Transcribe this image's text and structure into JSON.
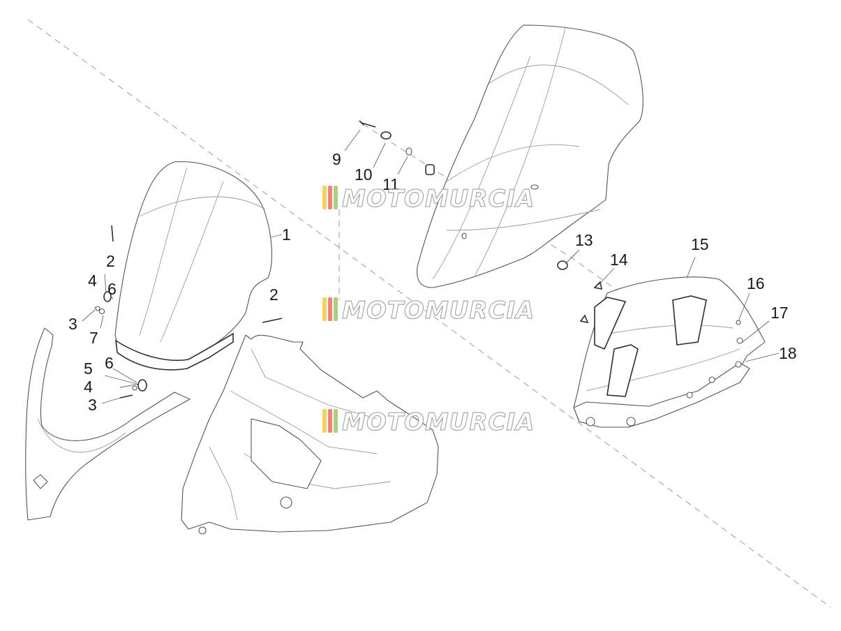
{
  "diagram": {
    "type": "exploded-parts-diagram",
    "callouts": [
      {
        "id": "c1",
        "text": "1"
      },
      {
        "id": "c2a",
        "text": "2"
      },
      {
        "id": "c2b",
        "text": "2"
      },
      {
        "id": "c3a",
        "text": "3"
      },
      {
        "id": "c3b",
        "text": "3"
      },
      {
        "id": "c4a",
        "text": "4"
      },
      {
        "id": "c4b",
        "text": "4"
      },
      {
        "id": "c5",
        "text": "5"
      },
      {
        "id": "c6a",
        "text": "6"
      },
      {
        "id": "c6b",
        "text": "6"
      },
      {
        "id": "c7",
        "text": "7"
      },
      {
        "id": "c9",
        "text": "9"
      },
      {
        "id": "c10",
        "text": "10"
      },
      {
        "id": "c11",
        "text": "11"
      },
      {
        "id": "c13",
        "text": "13"
      },
      {
        "id": "c14",
        "text": "14"
      },
      {
        "id": "c15",
        "text": "15"
      },
      {
        "id": "c16",
        "text": "16"
      },
      {
        "id": "c17",
        "text": "17"
      },
      {
        "id": "c18",
        "text": "18"
      }
    ]
  },
  "watermark": {
    "text": "MOTOMURCIA",
    "stripe_colors": [
      "#f3c94a",
      "#e8735a",
      "#9fc76a"
    ]
  }
}
